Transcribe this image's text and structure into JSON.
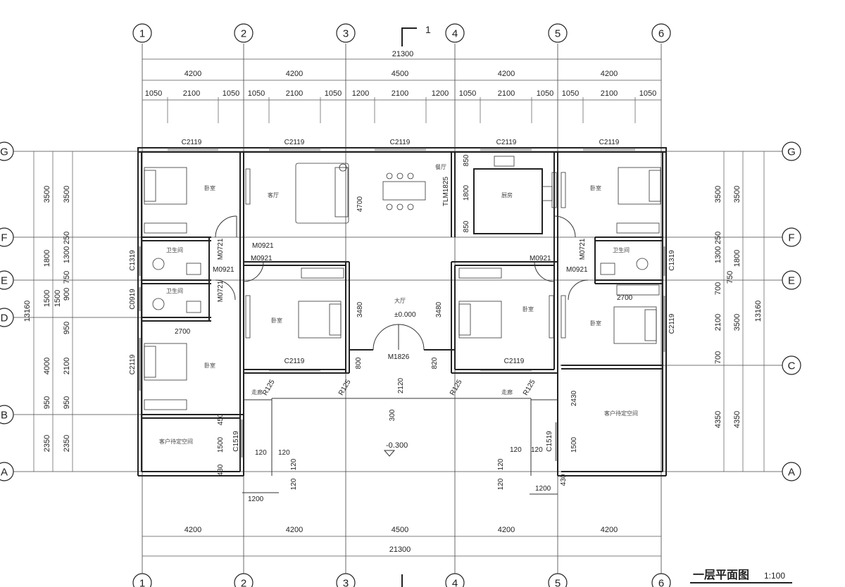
{
  "title": {
    "main": "一层平面图",
    "scale": "1:100"
  },
  "section_mark": "1",
  "axes_vertical": [
    {
      "label": "1"
    },
    {
      "label": "2"
    },
    {
      "label": "3"
    },
    {
      "label": "4"
    },
    {
      "label": "5"
    },
    {
      "label": "6"
    }
  ],
  "axes_horizontal_left": [
    {
      "label": "G"
    },
    {
      "label": "F"
    },
    {
      "label": "E"
    },
    {
      "label": "D"
    },
    {
      "label": "B"
    },
    {
      "label": "A"
    }
  ],
  "axes_horizontal_right": [
    {
      "label": "G"
    },
    {
      "label": "F"
    },
    {
      "label": "E"
    },
    {
      "label": "C"
    },
    {
      "label": "A"
    }
  ],
  "top_dims": {
    "total": "21300",
    "bays": [
      "4200",
      "4200",
      "4500",
      "4200",
      "4200"
    ],
    "windows": [
      "1050",
      "2100",
      "1050",
      "1050",
      "2100",
      "1050",
      "1200",
      "2100",
      "1200",
      "1050",
      "2100",
      "1050",
      "1050",
      "2100",
      "1050"
    ]
  },
  "bottom_dims": {
    "bays": [
      "4200",
      "4200",
      "4500",
      "4200",
      "4200"
    ],
    "total": "21300"
  },
  "left_dims": {
    "outer": [
      "3500",
      "1800",
      "1500",
      "4000",
      "950",
      "2350"
    ],
    "inner": [
      "3500",
      "1300",
      "250",
      "900",
      "950",
      "2100",
      "2350"
    ],
    "small": [
      "750",
      "1500",
      "950"
    ],
    "total": "13160"
  },
  "right_dims": {
    "outer": [
      "3500",
      "1800",
      "3500",
      "4350"
    ],
    "inner": [
      "3500",
      "1300",
      "250",
      "700",
      "2100",
      "700",
      "4350"
    ],
    "small": [
      "750"
    ],
    "total": "13160"
  },
  "openings": {
    "window_c2119": "C2119",
    "window_c1319": "C1319",
    "window_c0919": "C0919",
    "window_c1519": "C1519",
    "door_m0921": "M0921",
    "door_m0721": "M0721",
    "door_m1826": "M1826",
    "door_tlm1825": "TLM1825",
    "stair_r125": "R125"
  },
  "rooms": {
    "bedroom": "卧室",
    "living": "客厅",
    "dining": "餐厅",
    "kitchen": "厨房",
    "bath": "卫生间",
    "hall": "大厅",
    "corridor": "走廊",
    "flex": "客户待定空间"
  },
  "interior_dims": {
    "d4700": "4700",
    "d3480": "3480",
    "d850": "850",
    "d1800": "1800",
    "d2700": "2700",
    "d800": "800",
    "d820": "820",
    "d2120": "2120",
    "d300": "300",
    "d2430": "2430",
    "d1500": "1500",
    "d1200": "1200",
    "d120": "120",
    "d430": "430",
    "d450": "450"
  },
  "levels": {
    "hall": "±0.000",
    "yard": "-0.300"
  }
}
